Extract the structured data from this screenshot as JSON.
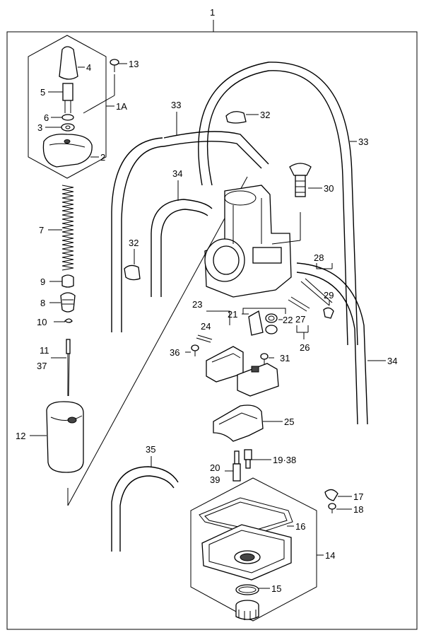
{
  "diagram": {
    "labels": {
      "l1": "1",
      "l1a": "1A",
      "l2": "2",
      "l3": "3",
      "l4": "4",
      "l5": "5",
      "l6": "6",
      "l7": "7",
      "l8": "8",
      "l9": "9",
      "l10": "10",
      "l11": "11",
      "l37": "37",
      "l12": "12",
      "l13": "13",
      "l14": "14",
      "l15": "15",
      "l16": "16",
      "l17": "17",
      "l18": "18",
      "l19": "19·38",
      "l20": "20",
      "l39": "39",
      "l21": "21",
      "l22": "22",
      "l23": "23",
      "l24": "24",
      "l25": "25",
      "l26": "26",
      "l27": "27",
      "l28": "28",
      "l29": "29",
      "l30": "30",
      "l31": "31",
      "l32a": "32",
      "l32b": "32",
      "l33a": "33",
      "l33b": "33",
      "l34a": "34",
      "l34b": "34",
      "l35": "35",
      "l36": "36"
    }
  }
}
